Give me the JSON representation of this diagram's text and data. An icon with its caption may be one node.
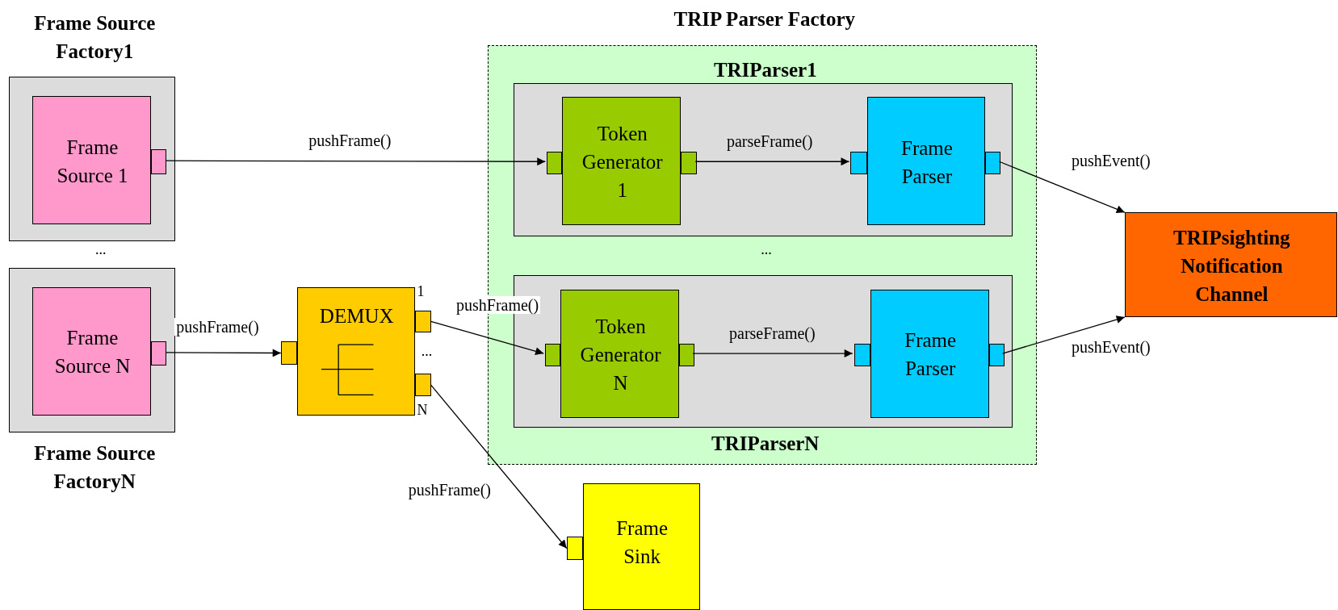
{
  "diagram": {
    "nodes": [
      {
        "text": [
          "Frame Source Factory1"
        ]
      },
      {
        "text": [
          "Frame Source 1"
        ],
        "in": 0
      },
      {
        "text": [],
        "shape": "box",
        "in": 0
      },
      {
        "text": [
          "Frame Source FactoryN"
        ]
      },
      {
        "text": [
          "Frame Source N"
        ],
        "in": 3
      },
      {
        "text": [],
        "shape": "box",
        "in": 3
      },
      {
        "text": [
          "DEMUX"
        ]
      },
      {
        "text": [],
        "shape": "box"
      },
      {
        "text": [],
        "shape": "box"
      },
      {
        "text": [],
        "shape": "box"
      },
      {
        "text": [
          "TRIP Parser Factory"
        ]
      },
      {
        "text": [
          "TRIParser1"
        ],
        "in": 10
      },
      {
        "text": [
          "Token Generator 1"
        ],
        "in": 11
      },
      {
        "text": [],
        "shape": "box",
        "in": 11
      },
      {
        "text": [],
        "shape": "box",
        "in": 11
      },
      {
        "text": [
          "Frame Parser"
        ],
        "in": 11
      },
      {
        "text": [],
        "shape": "box",
        "in": 11
      },
      {
        "text": [],
        "shape": "box",
        "in": 11
      },
      {
        "text": [
          "TRIParserN"
        ],
        "in": 10
      },
      {
        "text": [
          "Token Generator N"
        ],
        "in": 18
      },
      {
        "text": [],
        "shape": "box",
        "in": 18
      },
      {
        "text": [],
        "shape": "box",
        "in": 18
      },
      {
        "text": [
          "Frame Parser"
        ],
        "in": 18
      },
      {
        "text": [],
        "shape": "box",
        "in": 18
      },
      {
        "text": [],
        "shape": "box",
        "in": 18
      },
      {
        "text": [
          "TRIPsighting Notification Channel"
        ]
      },
      {
        "text": [
          "Frame Sink"
        ]
      },
      {
        "text": [],
        "shape": "box"
      }
    ],
    "edges": [
      {
        "from": 2,
        "to": 13,
        "arrow": "to",
        "label": "pushFrame()"
      },
      {
        "from": 14,
        "to": 16,
        "arrow": "to",
        "label": "parseFrame()"
      },
      {
        "from": 17,
        "to": 25,
        "arrow": "to",
        "label": "pushEvent()"
      },
      {
        "from": 5,
        "to": 7,
        "arrow": "to",
        "label": "pushFrame()"
      },
      {
        "from": 8,
        "to": 20,
        "arrow": "to",
        "label": "pushFrame()"
      },
      {
        "from": 21,
        "to": 23,
        "arrow": "to",
        "label": "parseFrame()"
      },
      {
        "from": 24,
        "to": 25,
        "arrow": "to",
        "label": "pushEvent()"
      },
      {
        "from": 9,
        "to": 27,
        "arrow": "to",
        "label": "pushFrame()"
      }
    ],
    "labels": [
      "...",
      "...",
      "1",
      "...",
      "N"
    ]
  }
}
